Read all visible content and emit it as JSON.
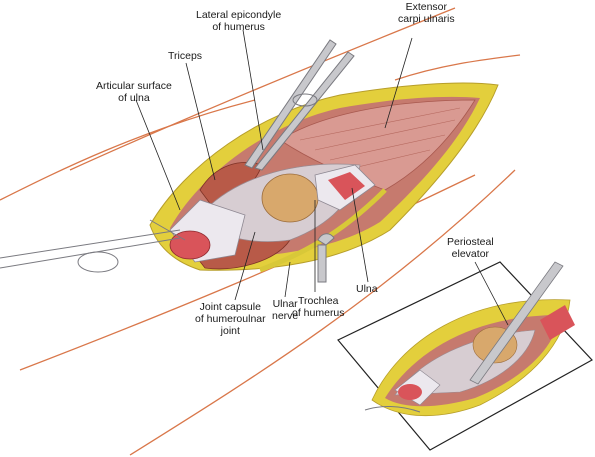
{
  "labels": {
    "lateral_epicondyle": [
      "Lateral epicondyle",
      "of humerus"
    ],
    "extensor_carpi_ulnaris": [
      "Extensor",
      "carpi ulnaris"
    ],
    "triceps": [
      "Triceps"
    ],
    "articular_surface": [
      "Articular surface",
      "of ulna"
    ],
    "joint_capsule": [
      "Joint capsule",
      "of humeroulnar",
      "joint"
    ],
    "ulnar_nerve": [
      "Ulnar",
      "nerve"
    ],
    "trochlea": [
      "Trochlea",
      "of humerus"
    ],
    "ulna": [
      "Ulna"
    ],
    "periosteal_elevator": [
      "Periosteal",
      "elevator"
    ]
  },
  "colors": {
    "skin_line": "#d9774a",
    "fat": "#e3cf3c",
    "muscle": "#c8706a",
    "muscle_dark": "#a54a3e",
    "bone": "#ece8ee",
    "capsule": "#d9c9cf",
    "marrow": "#d9545a",
    "instrument": "#c8c8cc",
    "nerve": "#d8c838",
    "leader": "#222222"
  }
}
